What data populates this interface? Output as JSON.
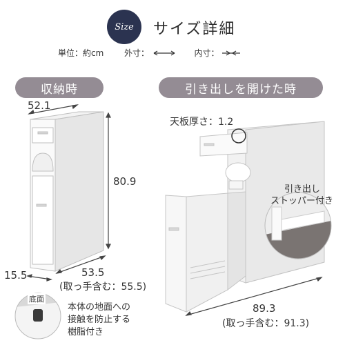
{
  "header": {
    "badge": "Size",
    "title": "サイズ詳細",
    "unit": "単位：約cm",
    "outer_label": "外寸：",
    "inner_label": "内寸："
  },
  "left_panel": {
    "pill": "収納時",
    "width": "52.1",
    "height": "80.9",
    "depth": "15.5",
    "length": "53.5",
    "length_with_handle": "(取っ手含む：55.5)"
  },
  "right_panel": {
    "pill": "引き出しを開けた時",
    "top_thickness": "天板厚さ：1.2",
    "stopper_line1": "引き出し",
    "stopper_line2": "ストッパー付き",
    "open_length": "89.3",
    "open_length_with_handle": "(取っ手含む：91.3)"
  },
  "bottom_note": {
    "badge": "底面",
    "line1": "本体の地面への",
    "line2": "接触を防止する",
    "line3": "樹脂付き"
  }
}
